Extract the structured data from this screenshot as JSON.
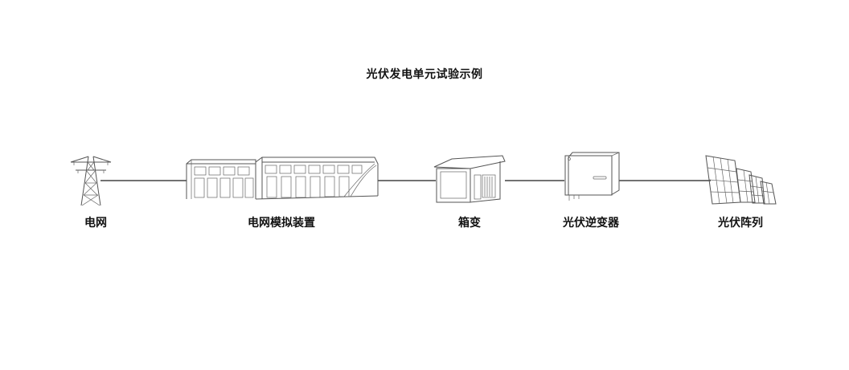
{
  "diagram": {
    "title": "光伏发电单元试验示例",
    "nodes": [
      {
        "id": "grid",
        "label": "电网",
        "icon": "transmission-tower-icon"
      },
      {
        "id": "grid-simulator",
        "label": "电网模拟装置",
        "icon": "container-building-icon"
      },
      {
        "id": "box-transformer",
        "label": "箱变",
        "icon": "box-transformer-icon"
      },
      {
        "id": "pv-inverter",
        "label": "光伏逆变器",
        "icon": "inverter-icon"
      },
      {
        "id": "pv-array",
        "label": "光伏阵列",
        "icon": "solar-panel-icon"
      }
    ],
    "edges": [
      [
        "grid",
        "grid-simulator"
      ],
      [
        "grid-simulator",
        "box-transformer"
      ],
      [
        "box-transformer",
        "pv-inverter"
      ],
      [
        "pv-inverter",
        "pv-array"
      ]
    ]
  },
  "colors": {
    "line": "#444444",
    "icon_stroke": "#555555",
    "text": "#111111"
  }
}
